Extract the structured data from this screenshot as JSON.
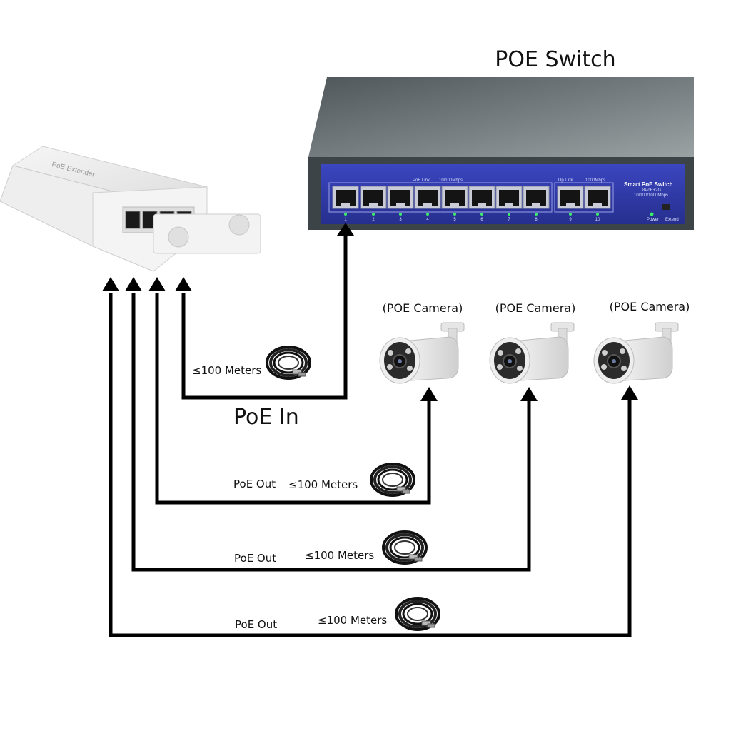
{
  "title": "POE Switch",
  "switch": {
    "brand_label": "Smart PoE Switch",
    "model_label": "8PoE+2G",
    "speed_label": "10/100/1000Mbps",
    "poe_link_label": "PoE Link",
    "poe_speed_label": "10/100Mbps",
    "uplink_label": "Up Link",
    "uplink_speed_label": "1000Mbps",
    "port_numbers": [
      "1",
      "2",
      "3",
      "4",
      "5",
      "6",
      "7",
      "8",
      "9",
      "10"
    ],
    "power_label": "Power",
    "extend_label": "Extend"
  },
  "extender": {
    "label": "PoE Extender"
  },
  "cameras": [
    {
      "label": "(POE Camera)"
    },
    {
      "label": "(POE Camera)"
    },
    {
      "label": "(POE Camera)"
    }
  ],
  "links": {
    "poe_in": {
      "label": "PoE In",
      "distance": "≤100 Meters"
    },
    "poe_out": [
      {
        "label": "PoE Out",
        "distance": "≤100 Meters"
      },
      {
        "label": "PoE Out",
        "distance": "≤100 Meters"
      },
      {
        "label": "PoE Out",
        "distance": "≤100 Meters"
      }
    ]
  },
  "colors": {
    "switch_body": "#5c6468",
    "switch_panel": "#2f3aa8",
    "wire": "#000000"
  }
}
